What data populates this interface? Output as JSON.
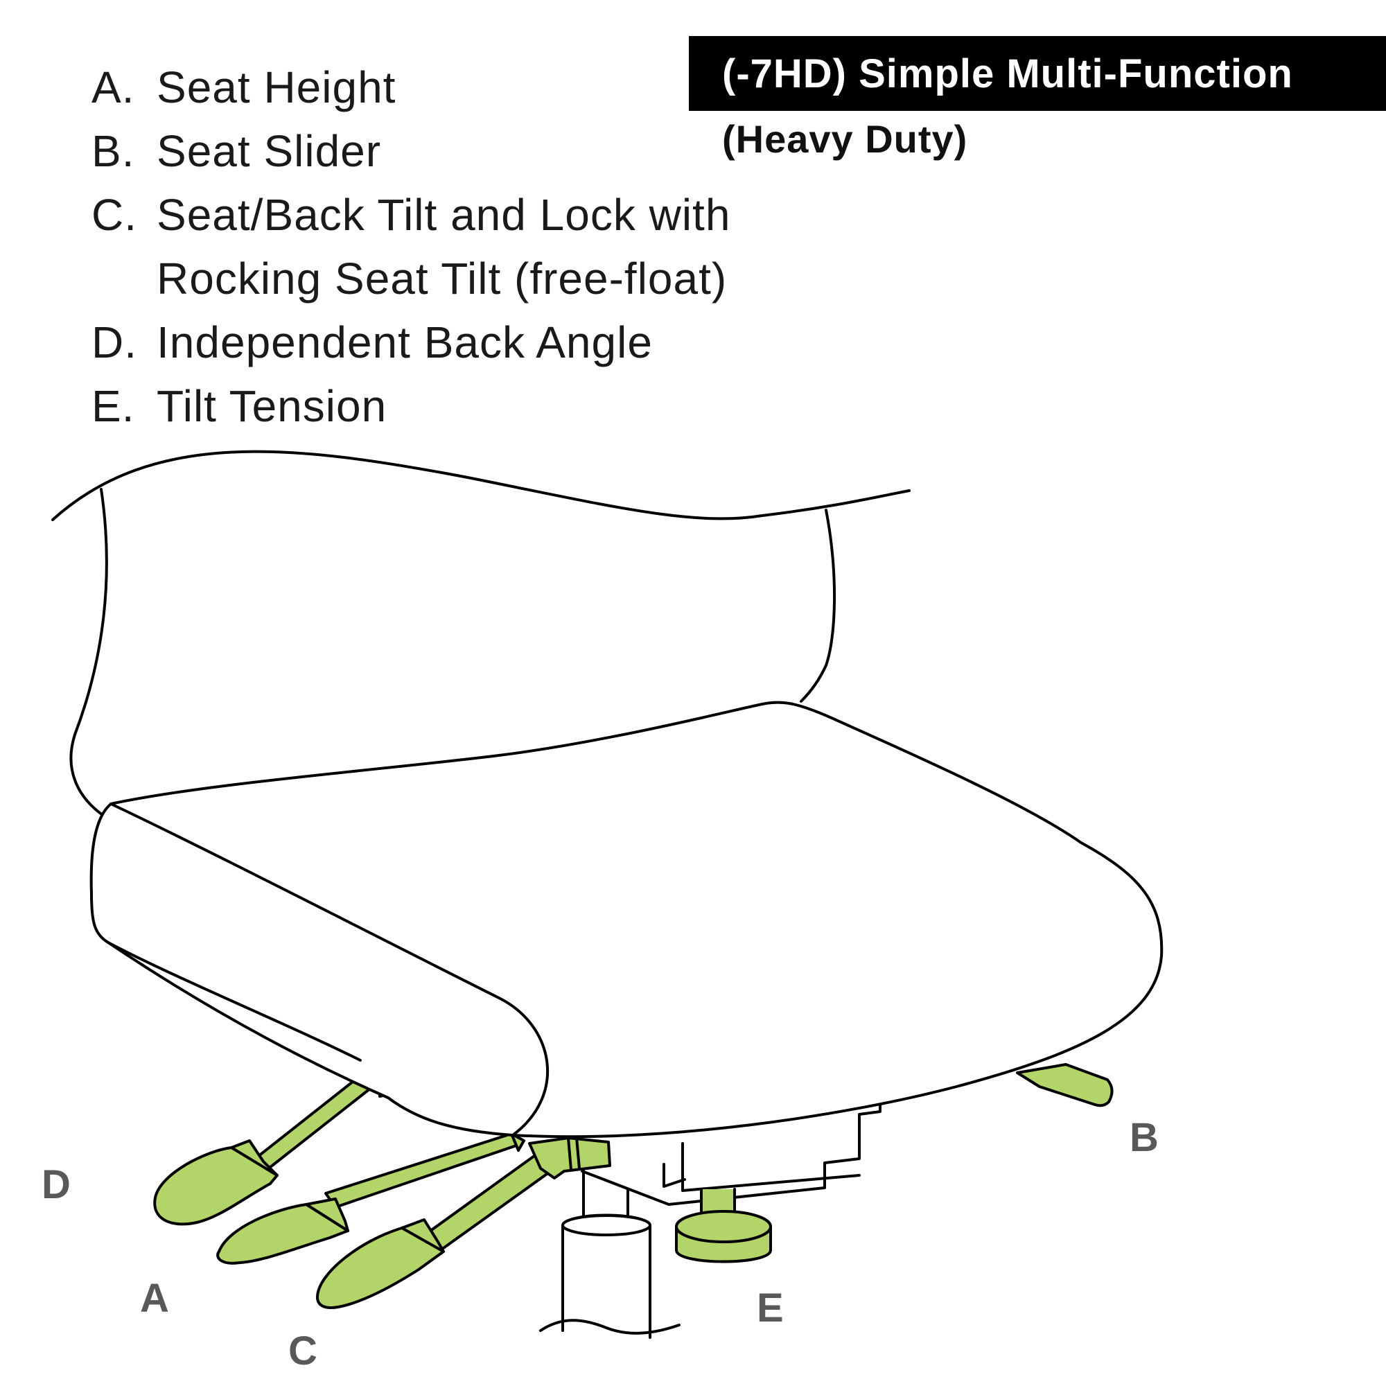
{
  "legend": [
    {
      "key": "A.",
      "text": "Seat Height"
    },
    {
      "key": "B.",
      "text": "Seat Slider"
    },
    {
      "key": "C.",
      "text": "Seat/Back Tilt and Lock with\nRocking Seat Tilt (free-float)"
    },
    {
      "key": "D.",
      "text": "Independent Back Angle"
    },
    {
      "key": "E.",
      "text": "Tilt Tension"
    }
  ],
  "title": "(-7HD) Simple Multi-Function",
  "subtitle": "(Heavy Duty)",
  "callouts": {
    "a": "A",
    "b": "B",
    "c": "C",
    "d": "D",
    "e": "E"
  },
  "colors": {
    "lever": "#b3d468",
    "callout": "#58595b",
    "outline": "#000000",
    "banner": "#000000"
  }
}
